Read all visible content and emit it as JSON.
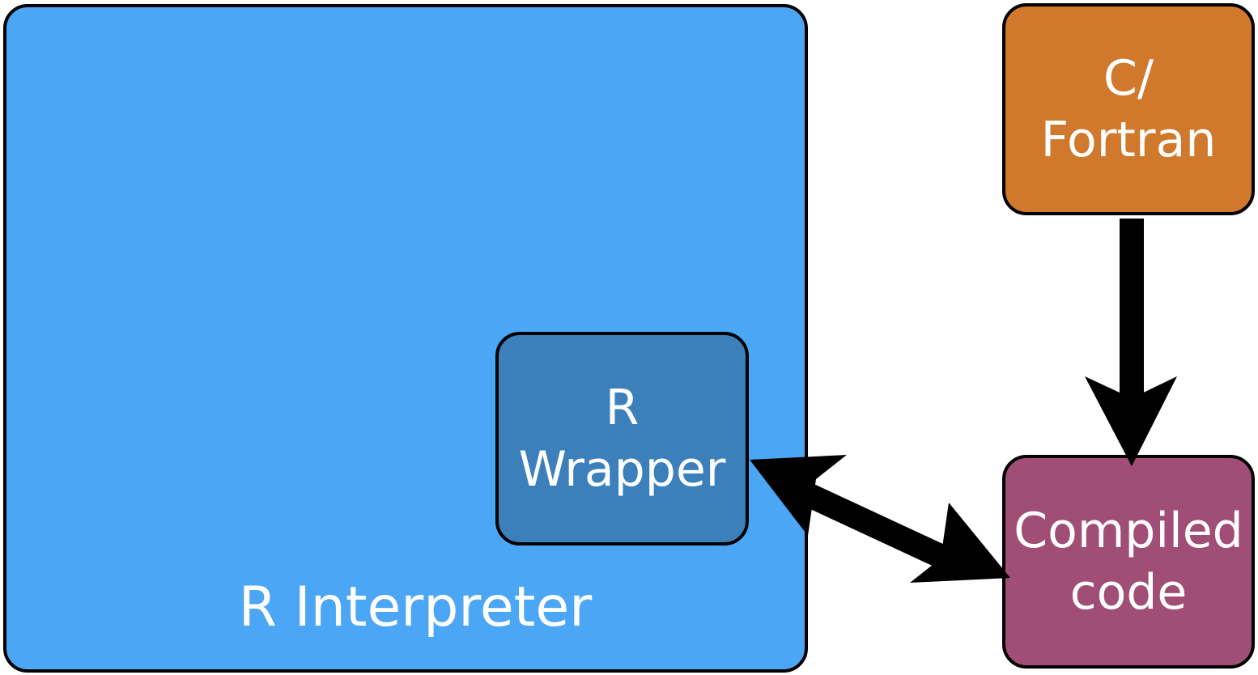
{
  "diagram": {
    "nodes": {
      "interpreter": {
        "label": "R Interpreter",
        "color": "#4ba7f5"
      },
      "wrapper": {
        "line1": "R",
        "line2": "Wrapper",
        "color": "#3b80bb"
      },
      "fortran": {
        "line1": "C/",
        "line2": "Fortran",
        "color": "#d0782c"
      },
      "compiled": {
        "line1": "Compiled",
        "line2": "code",
        "color": "#a04e76"
      }
    },
    "edges": [
      {
        "from": "fortran",
        "to": "compiled",
        "direction": "one-way"
      },
      {
        "from": "wrapper",
        "to": "compiled",
        "direction": "two-way"
      }
    ]
  }
}
